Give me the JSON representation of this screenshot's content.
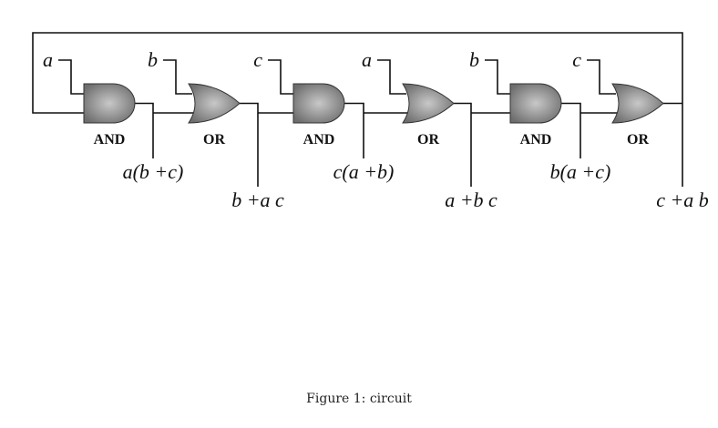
{
  "figure": {
    "caption": "Figure 1: circuit",
    "gates": [
      {
        "type": "AND",
        "label": "AND",
        "input": "a",
        "output": "a(b +c)"
      },
      {
        "type": "OR",
        "label": "OR",
        "input": "b",
        "output": "b +a c"
      },
      {
        "type": "AND",
        "label": "AND",
        "input": "c",
        "output": "c(a +b)"
      },
      {
        "type": "OR",
        "label": "OR",
        "input": "a",
        "output": "a +b c"
      },
      {
        "type": "AND",
        "label": "AND",
        "input": "b",
        "output": "b(a +c)"
      },
      {
        "type": "OR",
        "label": "OR",
        "input": "c",
        "output": "c +a b"
      }
    ],
    "feedback_loop": true,
    "colors": {
      "gate_fill_edge": "#6e6e6e",
      "gate_fill_center": "#c8c8c8",
      "wire": "#111111"
    }
  }
}
